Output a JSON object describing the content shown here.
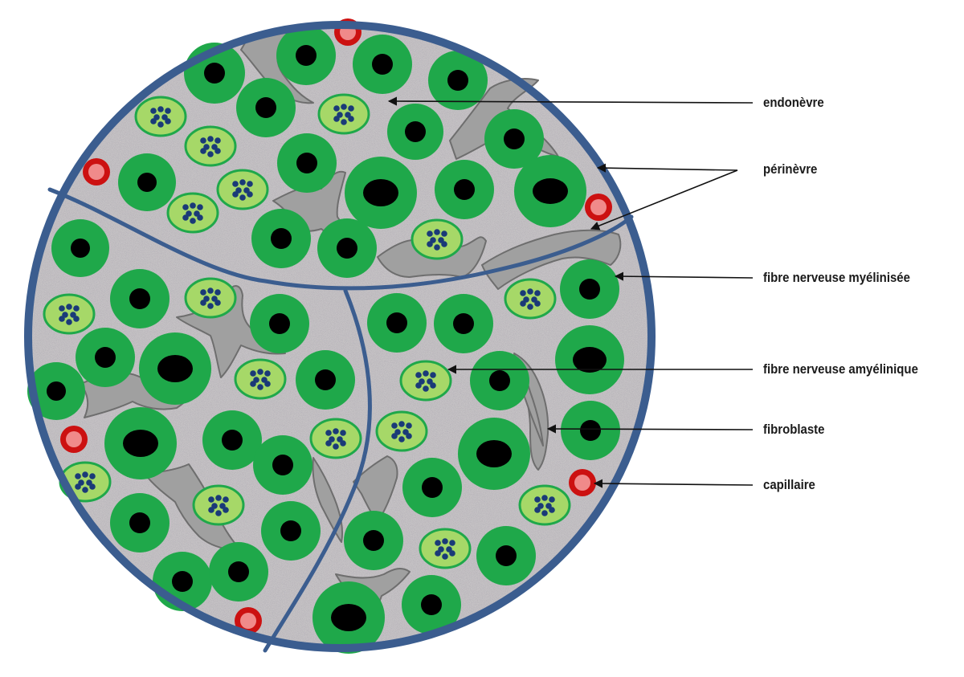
{
  "labels": {
    "endonevre": "endonèvre",
    "perinevre": "périnèvre",
    "fibre_myelinisee": "fibre nerveuse myélinisée",
    "fibre_amyelinique": "fibre nerveuse amyélinique",
    "fibroblaste": "fibroblaste",
    "capillaire": "capillaire"
  },
  "colors": {
    "perineurium": "#3b5d8f",
    "myelin": "#1fa84a",
    "axon": "#000000",
    "unmyelinated_fill": "#a6d868",
    "unmyelinated_axon": "#1a3a78",
    "fibroblast_fill": "#a0a0a0",
    "fibroblast_stroke": "#6e6e6e",
    "capillary_outer": "#cc1111",
    "capillary_inner": "#f08a8a",
    "endoneurium_bg": "#c7c4c6",
    "leader_line": "#111111"
  }
}
